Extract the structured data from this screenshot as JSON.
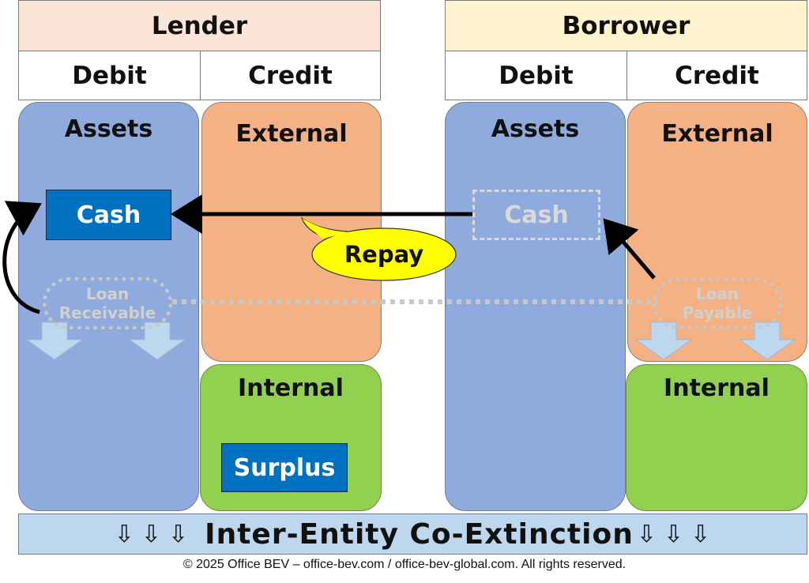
{
  "lender": {
    "title": "Lender",
    "debit_label": "Debit",
    "credit_label": "Credit",
    "assets_label": "Assets",
    "external_label": "External",
    "internal_label": "Internal",
    "cash_label": "Cash",
    "loan_line1": "Loan",
    "loan_line2": "Receivable",
    "surplus_label": "Surplus"
  },
  "borrower": {
    "title": "Borrower",
    "debit_label": "Debit",
    "credit_label": "Credit",
    "assets_label": "Assets",
    "external_label": "External",
    "internal_label": "Internal",
    "cash_label": "Cash",
    "loan_line1": "Loan",
    "loan_line2": "Payable"
  },
  "callout": {
    "label": "Repay"
  },
  "banner": {
    "label": "Inter-Entity Co-Extinction",
    "arrow": "⇩"
  },
  "footer": {
    "text": "© 2025 Office BEV – office-bev.com / office-bev-global.com. All rights reserved."
  },
  "colors": {
    "lender_header": "#fbe5d6",
    "borrower_header": "#fff2cc",
    "assets": "#8faadc",
    "external": "#f4b183",
    "internal": "#92d050",
    "cash": "#0070c0",
    "banner": "#bdd7ee",
    "callout": "#ffff00"
  }
}
